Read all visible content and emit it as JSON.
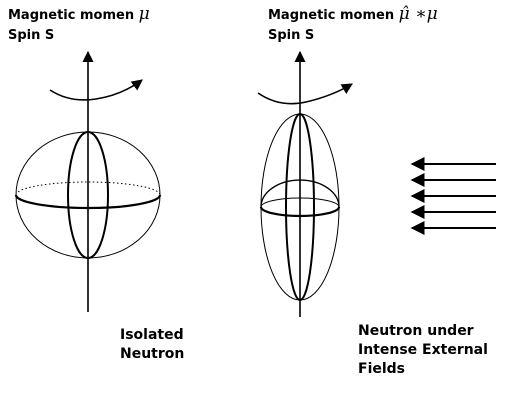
{
  "left": {
    "moment_label": "Magnetic momen",
    "moment_symbol": "μ",
    "spin_label": "Spin S",
    "caption": [
      "Isolated",
      "Neutron"
    ]
  },
  "right": {
    "moment_label": "Magnetic momen",
    "moment_symbol": "μ̂ ∗μ",
    "spin_label": "Spin S",
    "caption": [
      "Neutron under",
      "Intense External",
      "Fields"
    ]
  },
  "field_arrow_count": 5
}
